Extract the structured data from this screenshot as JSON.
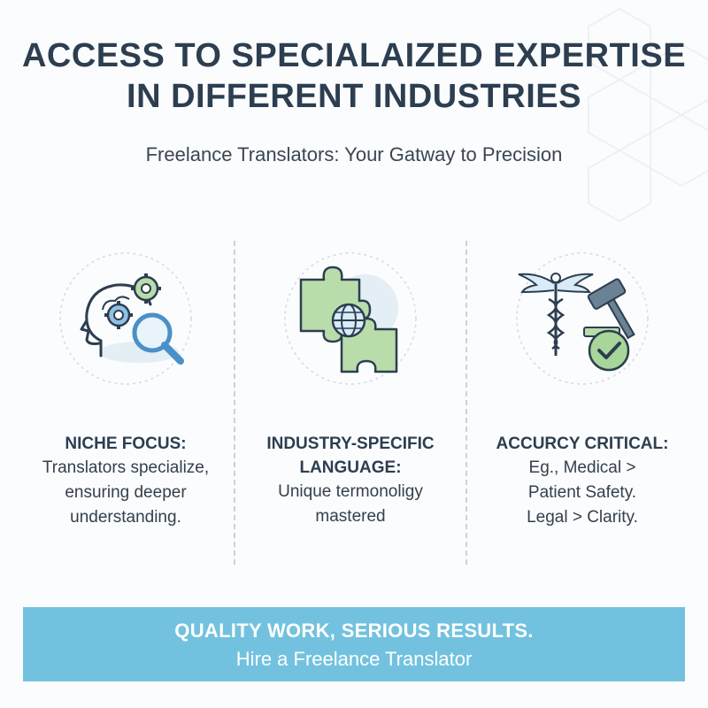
{
  "header": {
    "title_line1": "ACCESS TO SPECIALAIZED EXPERTISE",
    "title_line2": "IN DIFFERENT INDUSTRIES",
    "subtitle": "Freelance Translators: Your Gatway to Precision"
  },
  "columns": [
    {
      "icon": "head-gears-magnifier-icon",
      "heading": "NICHE FOCUS:",
      "body_line1": "Translators specialize,",
      "body_line2": "ensuring deeper",
      "body_line3": "understanding."
    },
    {
      "icon": "puzzle-globe-icon",
      "heading_line1": "INDUSTRY-SPECIFIC",
      "heading_line2": "LANGUAGE:",
      "body_line1": "Unique termonoligy",
      "body_line2": "mastered"
    },
    {
      "icon": "caduceus-gavel-check-icon",
      "heading": "ACCURCY CRITICAL:",
      "body_line1": "Eg., Medical >",
      "body_line2": "Patient Safety.",
      "body_line3": "Legal > Clarity."
    }
  ],
  "banner": {
    "line1": "QUALITY WORK, SERIOUS RESULTS.",
    "line2": "Hire a Freelance Translator"
  },
  "colors": {
    "title": "#2c3e50",
    "accent_blue": "#4a90c8",
    "accent_green": "#a8d59a",
    "banner": "#72c2df"
  }
}
